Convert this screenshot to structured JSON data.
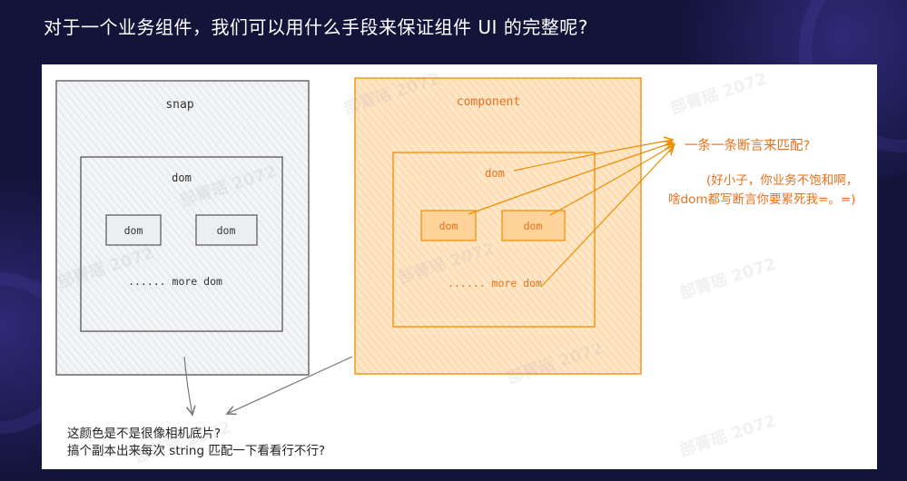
{
  "slide": {
    "title": "对于一个业务组件，我们可以用什么手段来保证组件 UI 的完整呢?"
  },
  "watermark": "部菁瑶 2072",
  "colors": {
    "background": "#12143a",
    "snap_stroke": "#555555",
    "snap_fill": "#e9ecef",
    "component_stroke": "#f08c00",
    "component_fill": "#ffd8a8",
    "component_text": "#e8701c",
    "arrow": "#777777"
  },
  "diagram": {
    "snap": {
      "label": "snap",
      "dom_label": "dom",
      "child_left": "dom",
      "child_right": "dom",
      "more": "...... more dom"
    },
    "component": {
      "label": "component",
      "dom_label": "dom",
      "child_left": "dom",
      "child_right": "dom",
      "more": "...... more dom"
    },
    "annotation": {
      "line1": "一条一条断言来匹配?",
      "line2": "(好小子，你业务不饱和啊，",
      "line3": "啥dom都写断言你要累死我=。=)"
    },
    "caption": {
      "line1": "这颜色是不是很像相机底片?",
      "line2": "搞个副本出来每次 string 匹配一下看看行不行?"
    }
  }
}
